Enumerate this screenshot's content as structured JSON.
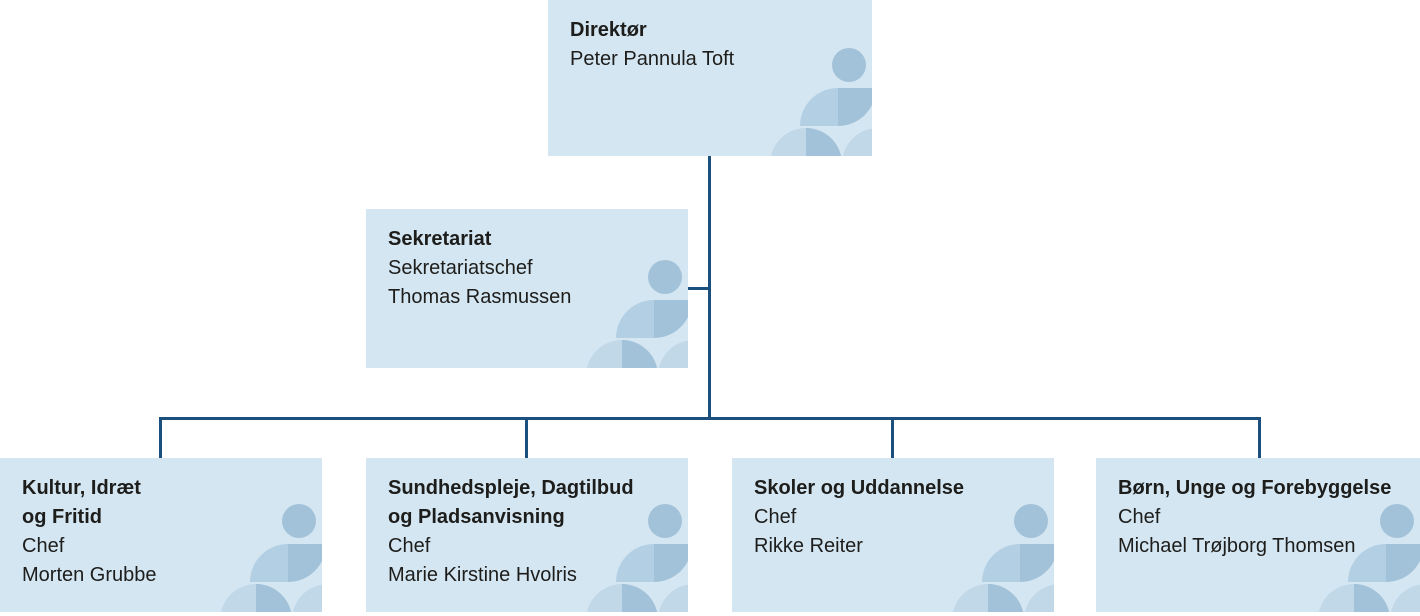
{
  "palette": {
    "card_bg": "#d4e6f2",
    "line": "#1a4f7e",
    "text": "#1d1d1b",
    "fig_light": "#c1d8e9",
    "fig_mid": "#b3cfe3",
    "fig_dark": "#a2c2d9"
  },
  "org": {
    "director": {
      "title": "Direktør",
      "name": "Peter Pannula Toft"
    },
    "staff": {
      "title": "Sekretariat",
      "role": "Sekretariatschef",
      "name": "Thomas Rasmussen"
    },
    "departments": [
      {
        "title": "Kultur, Idræt\nog Fritid",
        "role": "Chef",
        "name": "Morten Grubbe"
      },
      {
        "title": "Sundhedspleje, Dagtilbud\nog Pladsanvisning",
        "role": "Chef",
        "name": "Marie Kirstine Hvolris"
      },
      {
        "title": "Skoler og Uddannelse",
        "role": "Chef",
        "name": "Rikke Reiter"
      },
      {
        "title": "Børn, Unge og Forebyggelse",
        "role": "Chef",
        "name": "Michael Trøjborg Thomsen"
      }
    ]
  }
}
